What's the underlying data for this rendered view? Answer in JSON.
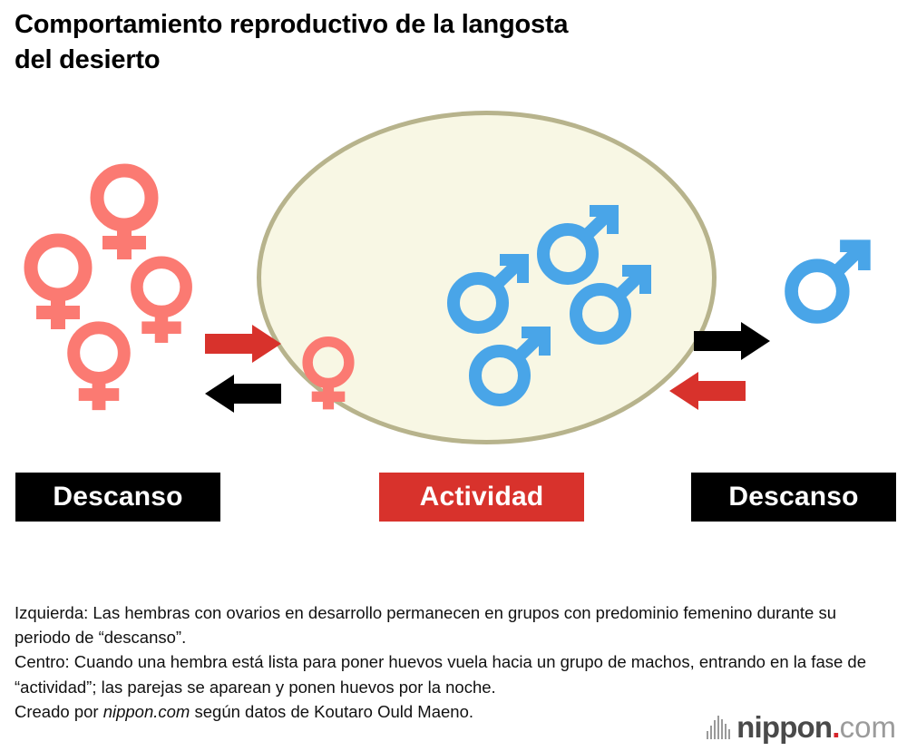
{
  "title": "Comportamiento reproductivo de la langosta\ndel desierto",
  "diagram": {
    "type": "conceptual-flow",
    "ellipse_label": "Activity zone (male swarm)",
    "phases": [
      {
        "id": "rest-left",
        "label": "Descanso",
        "bg_color": "#000000",
        "text_color": "#FFFFFF"
      },
      {
        "id": "activity",
        "label": "Actividad",
        "bg_color": "#D8322C",
        "text_color": "#FFFFFF"
      },
      {
        "id": "rest-right",
        "label": "Descanso",
        "bg_color": "#000000",
        "text_color": "#FFFFFF"
      }
    ],
    "colors": {
      "female": "#FB7A72",
      "male": "#49A5E8",
      "ellipse_fill": "#F8F7E4",
      "ellipse_border": "#B7B38C",
      "arrow_in": "#D8322C",
      "arrow_out": "#000000",
      "accent_red": "#D6232A"
    },
    "groups": [
      {
        "id": "female-rest-group",
        "symbol": "female",
        "count": 4,
        "location": "left-rest"
      },
      {
        "id": "female-in-activity",
        "symbol": "female",
        "count": 1,
        "location": "activity-ellipse"
      },
      {
        "id": "male-swarm",
        "symbol": "male",
        "count": 4,
        "location": "activity-ellipse"
      },
      {
        "id": "male-rest",
        "symbol": "male",
        "count": 1,
        "location": "right-rest"
      }
    ],
    "arrows": [
      {
        "id": "female-enters-activity",
        "direction": "right",
        "color": "#D8322C",
        "side": "left"
      },
      {
        "id": "female-returns-to-rest",
        "direction": "left",
        "color": "#000000",
        "side": "left"
      },
      {
        "id": "male-leaves-activity",
        "direction": "right",
        "color": "#000000",
        "side": "right"
      },
      {
        "id": "male-enters-activity",
        "direction": "left",
        "color": "#D8322C",
        "side": "right"
      }
    ]
  },
  "caption": {
    "line1": "Izquierda: Las hembras con ovarios en desarrollo permanecen en grupos con predominio femenino durante su periodo de “descanso”.",
    "line2": "Centro: Cuando una hembra está lista para poner huevos vuela hacia un grupo de machos, entrando en la fase de “actividad”; las parejas se aparean y ponen huevos por la noche.",
    "credit_prefix": "Creado por ",
    "credit_italic": "nippon.com",
    "credit_suffix": " según datos de Koutaro Ould Maeno."
  },
  "logo": {
    "wordmark": "nippon",
    "dot": ".",
    "tld": "com",
    "icon": "sound-bars-icon"
  }
}
